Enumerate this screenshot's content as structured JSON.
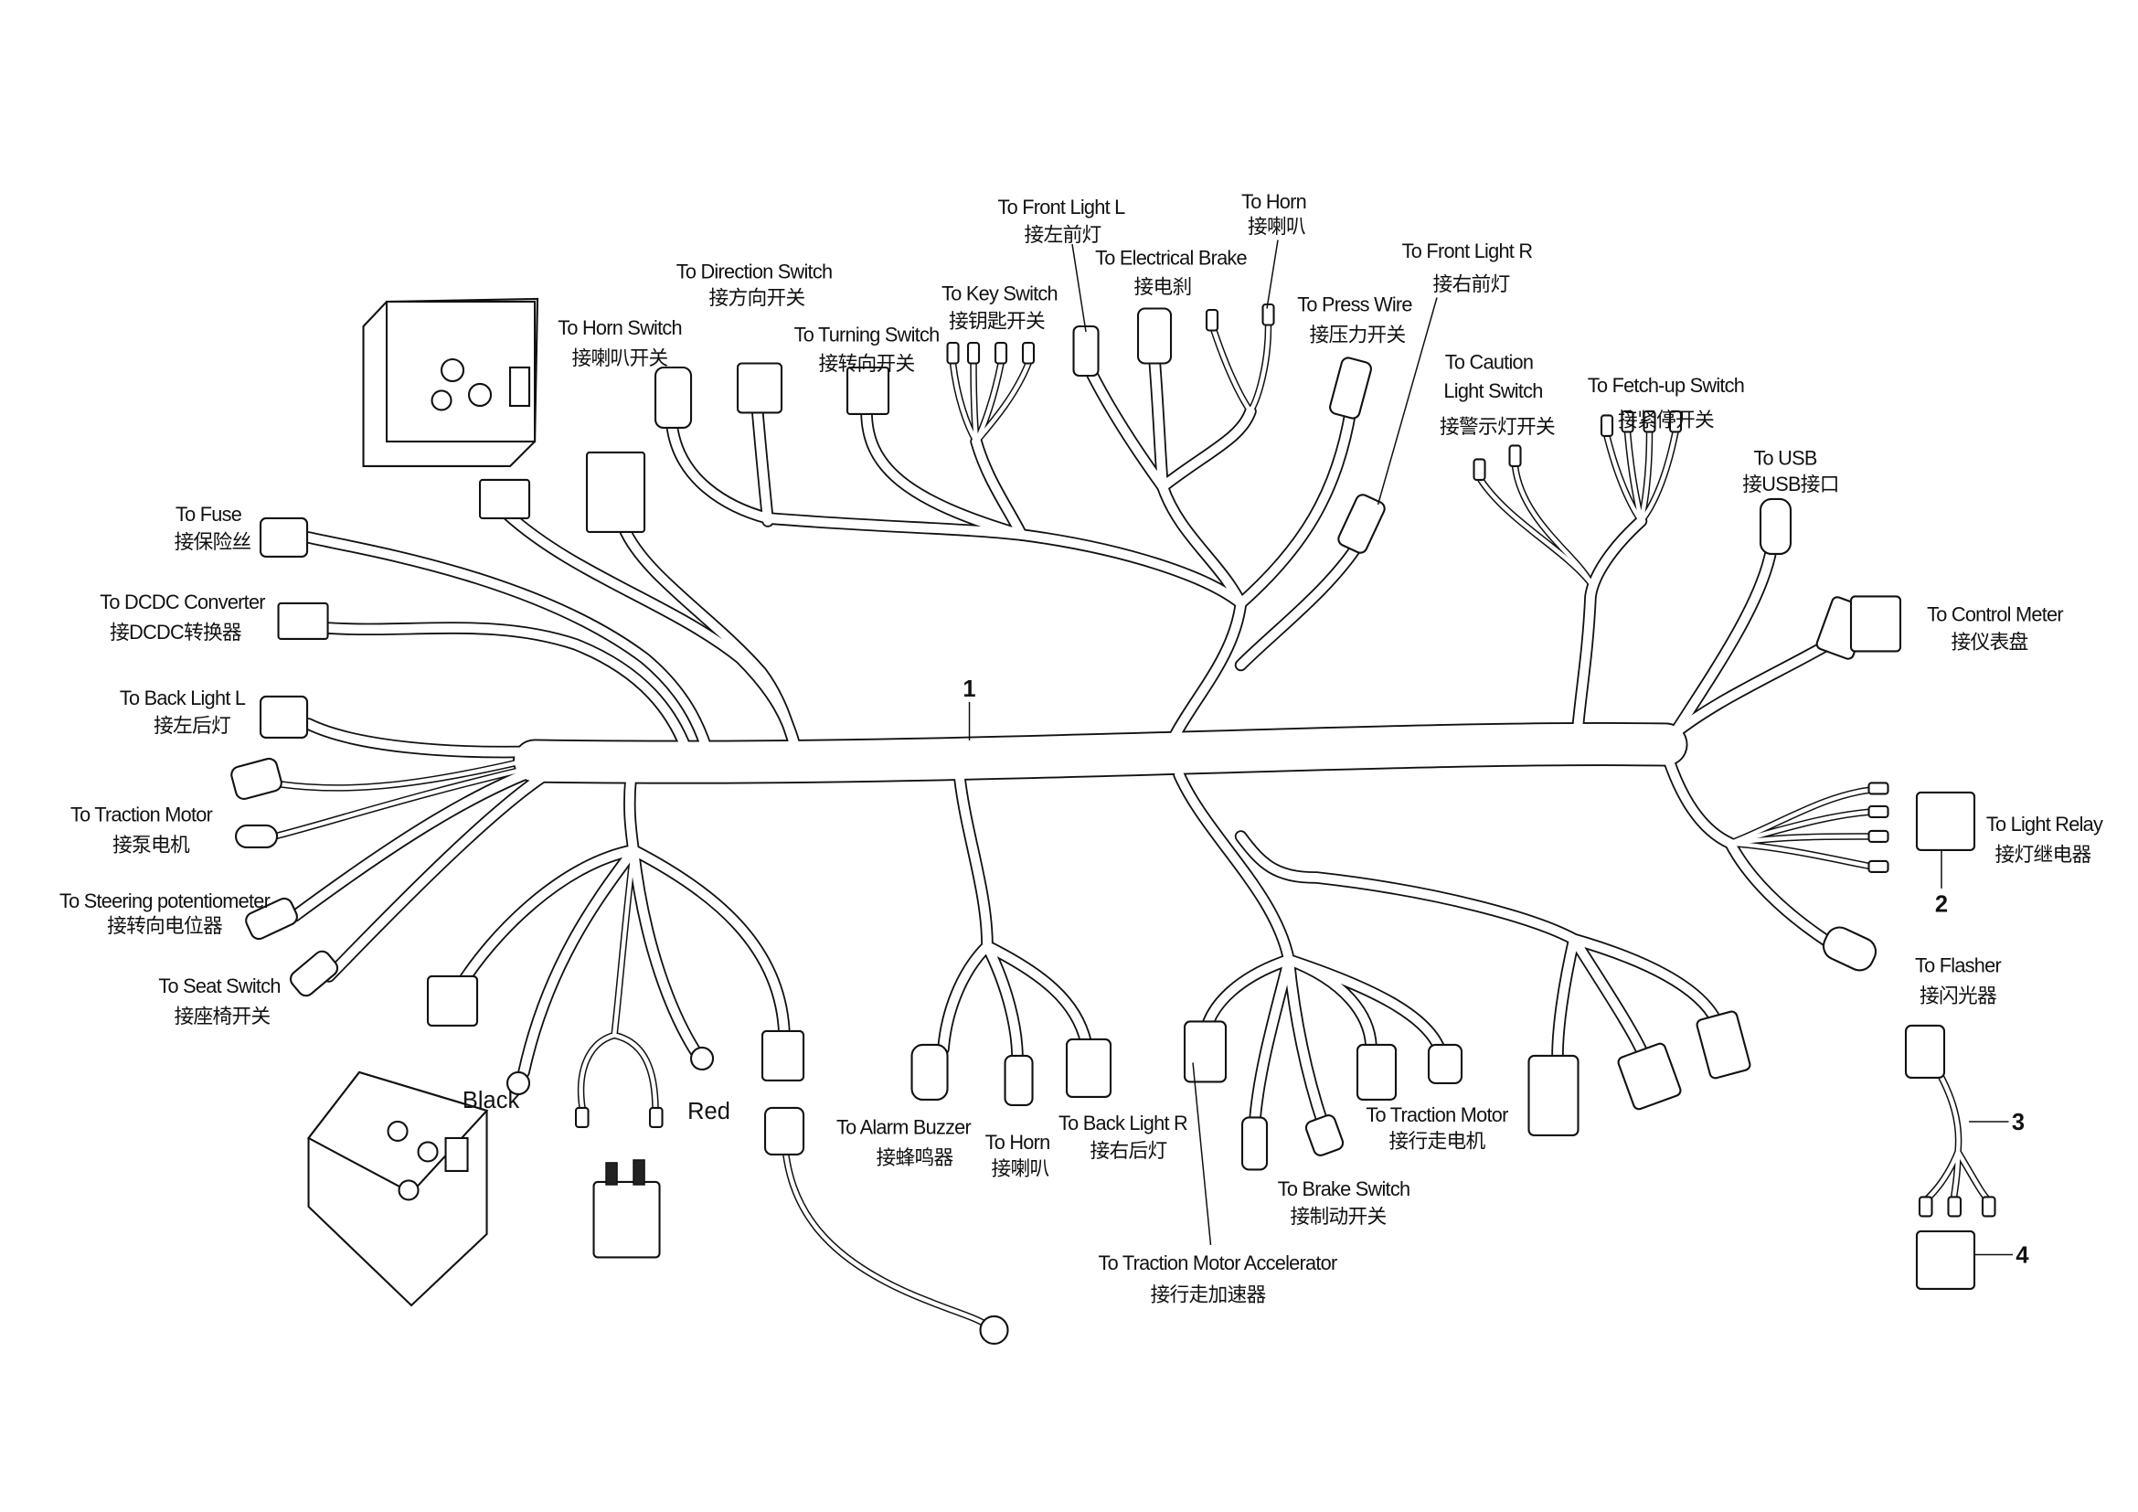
{
  "labels": {
    "fuse": {
      "en": "To Fuse",
      "zh": "接保险丝"
    },
    "dcdc": {
      "en": "To DCDC Converter",
      "zh": "接DCDC转换器"
    },
    "back_light_l": {
      "en": "To Back Light L",
      "zh": "接左后灯"
    },
    "traction_motor_pump": {
      "en": "To Traction Motor",
      "zh": "接泵电机"
    },
    "steering_pot": {
      "en": "To Steering potentiometer",
      "zh": "接转向电位器"
    },
    "seat_switch": {
      "en": "To Seat Switch",
      "zh": "接座椅开关"
    },
    "black": "Black",
    "red": "Red",
    "alarm_buzzer": {
      "en": "To Alarm Buzzer",
      "zh": "接蜂鸣器"
    },
    "horn_bottom": {
      "en": "To Horn",
      "zh": "接喇叭"
    },
    "back_light_r": {
      "en": "To Back Light R",
      "zh": "接右后灯"
    },
    "accelerator": {
      "en": "To Traction Motor Accelerator",
      "zh": "接行走加速器"
    },
    "brake_switch": {
      "en": "To Brake Switch",
      "zh": "接制动开关"
    },
    "traction_motor": {
      "en": "To Traction Motor",
      "zh": "接行走电机"
    },
    "horn_switch": {
      "en": "To Horn Switch",
      "zh": "接喇叭开关"
    },
    "direction_switch": {
      "en": "To Direction Switch",
      "zh": "接方向开关"
    },
    "turning_switch": {
      "en": "To Turning Switch",
      "zh": "接转向开关"
    },
    "key_switch": {
      "en": "To Key Switch",
      "zh": "接钥匙开关"
    },
    "front_light_l": {
      "en": "To Front Light L",
      "zh": "接左前灯"
    },
    "electrical_brake": {
      "en": "To Electrical Brake",
      "zh": "接电刹"
    },
    "horn_top": {
      "en": "To Horn",
      "zh": "接喇叭"
    },
    "press_wire": {
      "en": "To Press Wire",
      "zh": "接压力开关"
    },
    "front_light_r": {
      "en": "To Front Light R",
      "zh": "接右前灯"
    },
    "caution_light": {
      "en1": "To Caution",
      "en2": "Light Switch",
      "zh": "接警示灯开关"
    },
    "fetch_up": {
      "en": "To Fetch-up Switch",
      "zh": "接紧停开关"
    },
    "usb": {
      "en": "To USB",
      "zh": "接USB接口"
    },
    "control_meter": {
      "en": "To Control Meter",
      "zh": "接仪表盘"
    },
    "light_relay": {
      "en": "To Light Relay",
      "zh": "接灯继电器"
    },
    "flasher": {
      "en": "To Flasher",
      "zh": "接闪光器"
    }
  },
  "part_numbers": {
    "harness": "1",
    "light_relay": "2",
    "flasher_harness": "3",
    "flasher": "4"
  }
}
